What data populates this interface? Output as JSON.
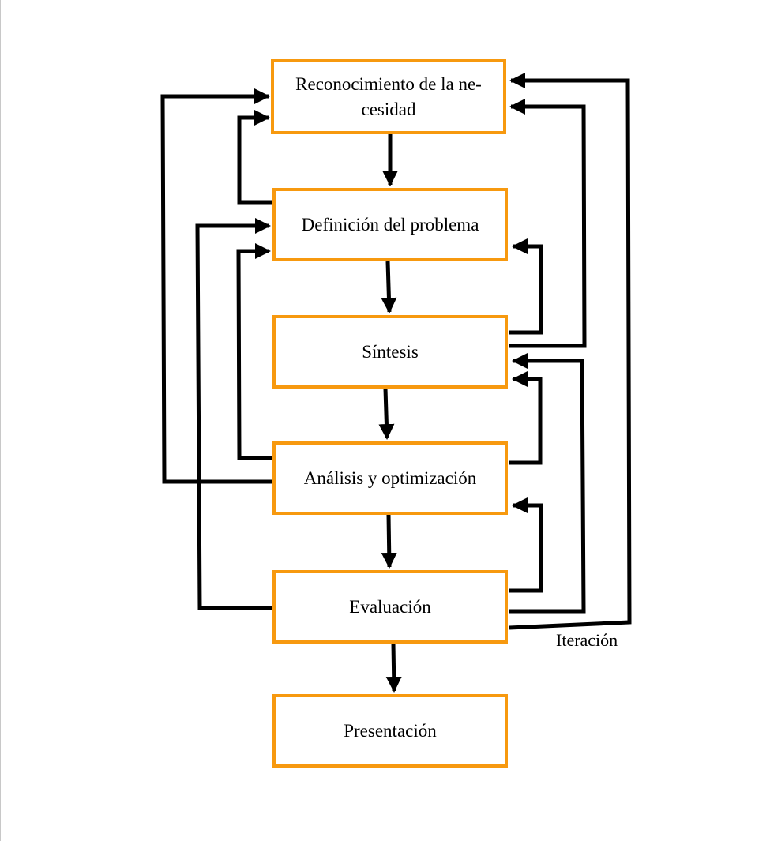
{
  "diagram": {
    "nodes": [
      {
        "id": "recognition",
        "label": "Reconocimiento de la ne-cesidad"
      },
      {
        "id": "definition",
        "label": "Definición del problema"
      },
      {
        "id": "synthesis",
        "label": "Síntesis"
      },
      {
        "id": "analysis",
        "label": "Análisis y optimización"
      },
      {
        "id": "evaluation",
        "label": "Evaluación"
      },
      {
        "id": "presentation",
        "label": "Presentación"
      }
    ],
    "iteration_label": "Iteración",
    "colors": {
      "box_border": "#f7990f",
      "arrow": "#000000",
      "text": "#000000"
    }
  }
}
